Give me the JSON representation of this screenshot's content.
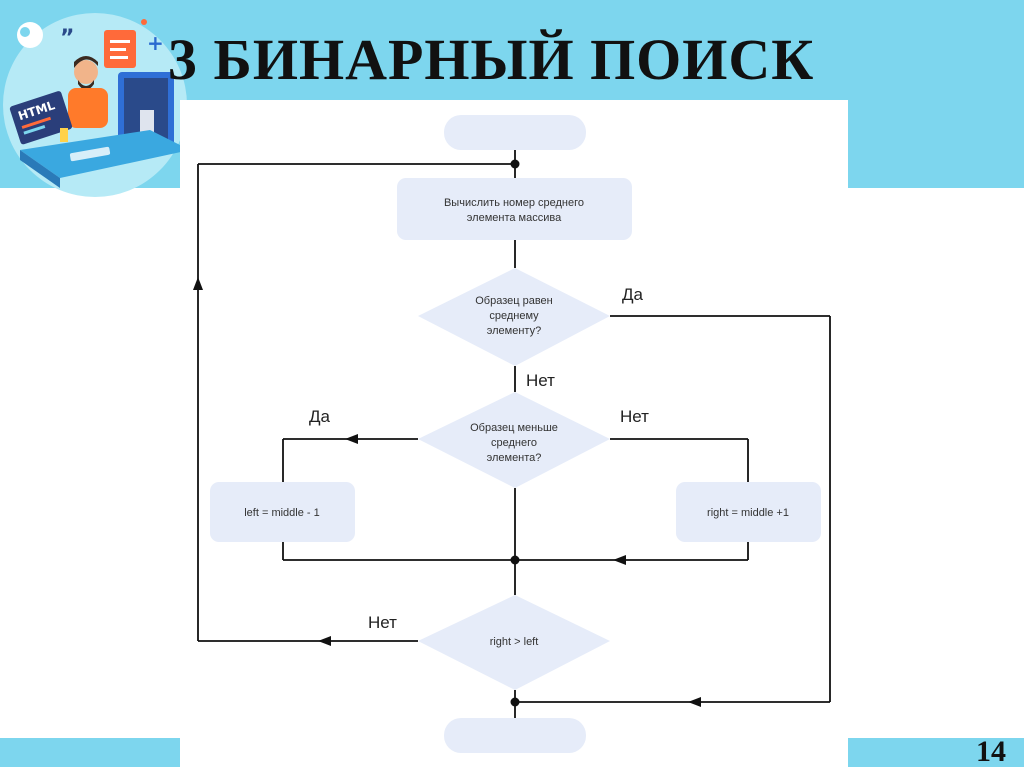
{
  "slide": {
    "title": "3 БИНАРНЫЙ ПОИСК",
    "page_number": "14"
  },
  "illustration": {
    "badge_text": "HTML"
  },
  "flowchart": {
    "start_label": "",
    "end_label": "",
    "compute_line1": "Вычислить номер среднего",
    "compute_line2": "элемента массива",
    "decision1_line1": "Образец равен",
    "decision1_line2": "среднему",
    "decision1_line3": "элементу?",
    "decision1_yes": "Да",
    "decision1_no": "Нет",
    "decision2_line1": "Образец меньше",
    "decision2_line2": "среднего",
    "decision2_line3": "элемента?",
    "decision2_yes": "Да",
    "decision2_no": "Нет",
    "left_update": "left = middle - 1",
    "right_update": "right = middle +1",
    "decision3": "right > left",
    "decision3_no": "Нет"
  },
  "colors": {
    "band": "#7dd6ee",
    "node_fill": "#e6ecf9",
    "line": "#111111"
  }
}
